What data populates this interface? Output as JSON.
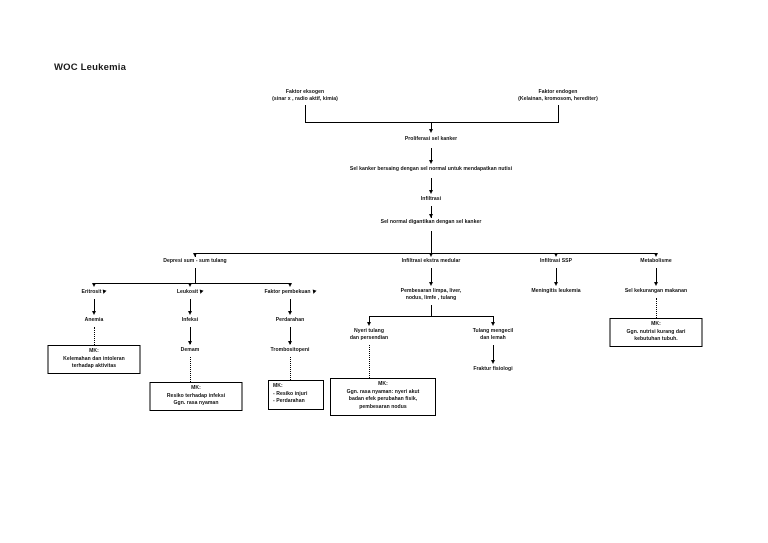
{
  "page": {
    "title": "WOC Leukemia"
  },
  "diagram": {
    "type": "flowchart",
    "nodes": [
      {
        "id": "faktor-eksogen",
        "label": "Faktor eksogen\n(sinar x , radio aktif, kimia)"
      },
      {
        "id": "faktor-endogen",
        "label": "Faktor endogen\n(Kelainan, kromosom, herediter)"
      },
      {
        "id": "proliferasi",
        "label": "Proliferasi sel kanker"
      },
      {
        "id": "bersaing",
        "label": "Sel kanker bersaing dengan sel normal untuk mendapatkan nutisi"
      },
      {
        "id": "infiltrasi",
        "label": "Infiltrasi"
      },
      {
        "id": "digantikan",
        "label": "Sel normal digantikan dengan sel kanker"
      },
      {
        "id": "depresi-sumsum",
        "label": "Depresi sum - sum  tulang"
      },
      {
        "id": "infiltrasi-ekstra",
        "label": "Infiltrasi ekstra medular"
      },
      {
        "id": "infiltrasi-ssp",
        "label": "Infiltrasi SSP"
      },
      {
        "id": "metabolisme",
        "label": "Metabolisme"
      },
      {
        "id": "eritrosit",
        "label": "Eritrosit"
      },
      {
        "id": "leukosit",
        "label": "Leukosit"
      },
      {
        "id": "faktor-pembekuan",
        "label": "Faktor pembekuan"
      },
      {
        "id": "anemia",
        "label": "Anemia"
      },
      {
        "id": "infeksi",
        "label": "Infeksi"
      },
      {
        "id": "perdarahan",
        "label": "Perdarahan"
      },
      {
        "id": "demam",
        "label": "Demam"
      },
      {
        "id": "trombositopeni",
        "label": "Trombositopeni"
      },
      {
        "id": "pembesaran",
        "label": "Pembesaran limpa, liver,\nnodus, limfe , tulang"
      },
      {
        "id": "nyeri-tulang",
        "label": "Nyeri tulang\ndan persendian"
      },
      {
        "id": "tulang-mengecil",
        "label": "Tulang mengecil\ndan lemah"
      },
      {
        "id": "fraktur",
        "label": "Fraktur fisiologi"
      },
      {
        "id": "meningitis",
        "label": "Meningitis leukemia"
      },
      {
        "id": "sel-kurang-makan",
        "label": "Sel kekurangan makanan"
      }
    ],
    "mk_boxes": [
      {
        "id": "mk-kelemahan",
        "label": "MK:\nKelemahan dan intoleran\nterhadap aktivitas"
      },
      {
        "id": "mk-infeksi",
        "label": "MK:\nResiko terhadap infeksi\nGgn. rasa nyaman"
      },
      {
        "id": "mk-injuri",
        "label": "MK:\n- Resiko injuri\n- Perdarahan"
      },
      {
        "id": "mk-nyeri",
        "label": "MK:\nGgn. rasa nyaman: nyeri akut\nbadan efek perubahan fisik,\npembesaran nodus"
      },
      {
        "id": "mk-nutrisi",
        "label": "MK:\nGgn. nutrisi kurang dari\nkebutuhan tubuh."
      }
    ]
  }
}
